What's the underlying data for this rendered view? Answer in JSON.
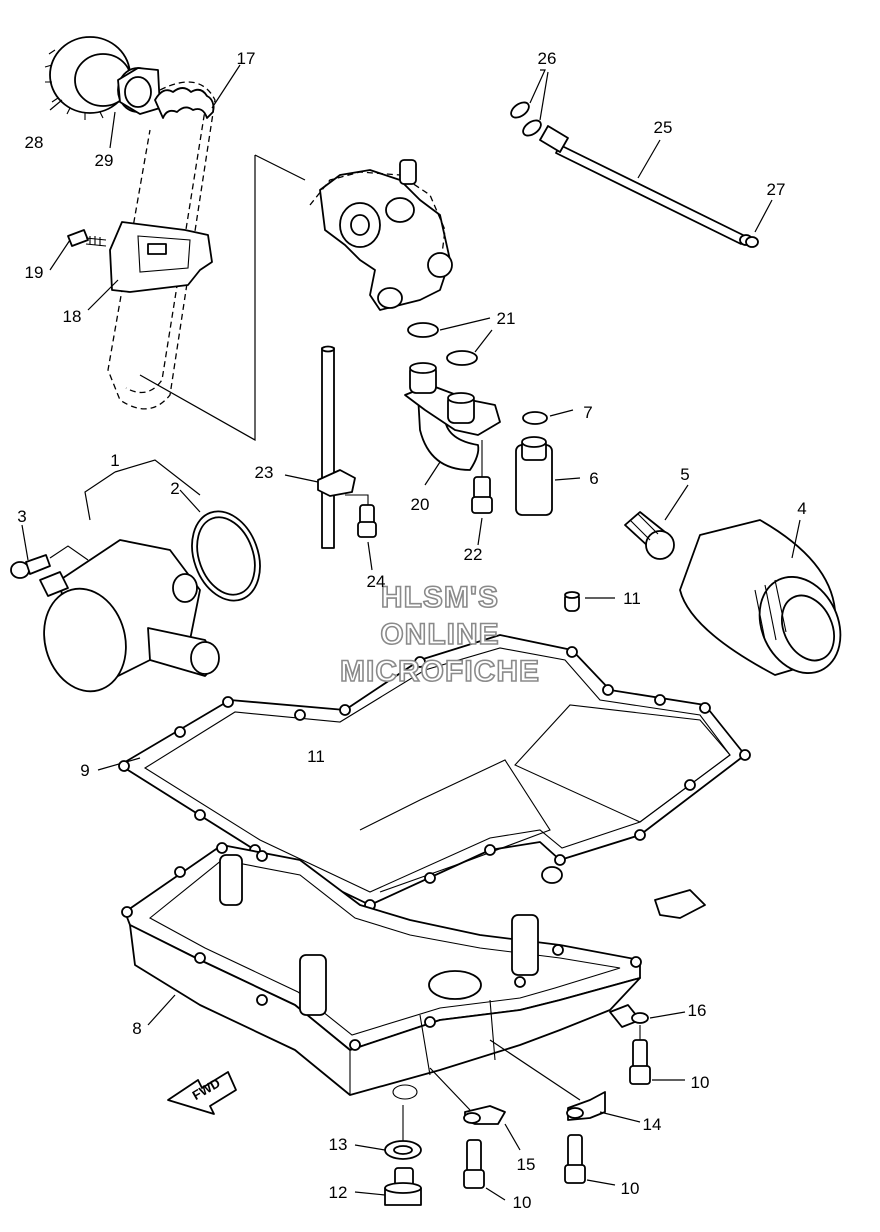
{
  "callouts": {
    "c1": "1",
    "c2": "2",
    "c3": "3",
    "c4": "4",
    "c5": "5",
    "c6": "6",
    "c7": "7",
    "c8": "8",
    "c9": "9",
    "c10a": "10",
    "c10b": "10",
    "c10c": "10",
    "c11a": "11",
    "c11b": "11",
    "c12": "12",
    "c13": "13",
    "c14": "14",
    "c15": "15",
    "c16": "16",
    "c17": "17",
    "c18": "18",
    "c19": "19",
    "c20": "20",
    "c21": "21",
    "c22": "22",
    "c23": "23",
    "c24": "24",
    "c25": "25",
    "c26": "26",
    "c27": "27",
    "c28": "28",
    "c29": "29"
  },
  "watermark": {
    "line1": "HLSM'S",
    "line2": "ONLINE",
    "line3": "MICROFICHE"
  },
  "fwd_label": "FWD"
}
